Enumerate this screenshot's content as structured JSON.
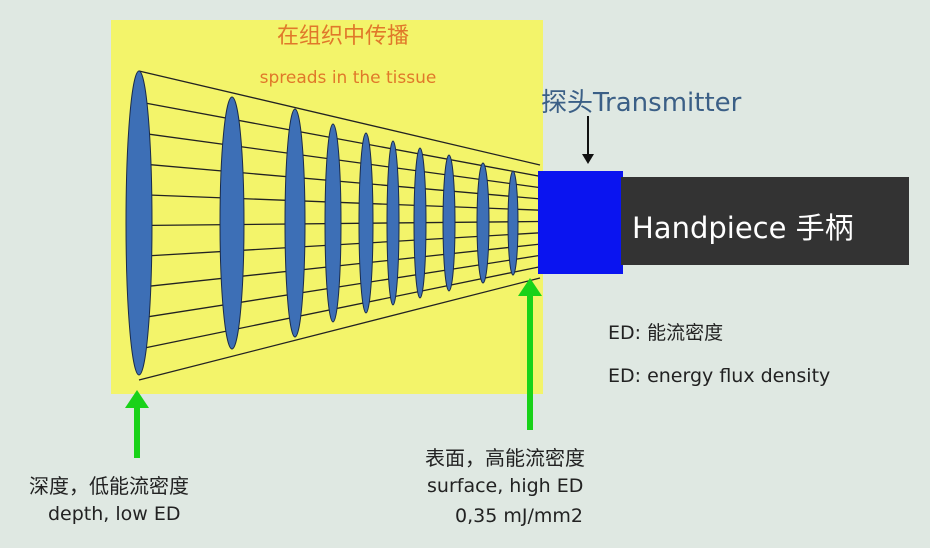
{
  "title_cn": "在组织中传播",
  "title_en": "spreads in the tissue",
  "transmitter_label": "探头Transmitter",
  "handpiece_label": "Handpiece 手柄",
  "ed_cn": "ED: 能流密度",
  "ed_en": "ED: energy flux density",
  "depth": {
    "cn": "深度，低能流密度",
    "en": "depth, low ED"
  },
  "surface": {
    "cn": "表面，高能流密度",
    "en": "surface, high ED",
    "value": "0,35 mJ/mm2"
  },
  "colors": {
    "background": "#dfe8e2",
    "tissue": "#f3f46a",
    "wavefront": "#3d6fb6",
    "transmitter": "#0a14f0",
    "handpiece": "#333333",
    "arrow": "#19d219",
    "caption": "#e0782a",
    "transmitter_label": "#3b5f86"
  }
}
